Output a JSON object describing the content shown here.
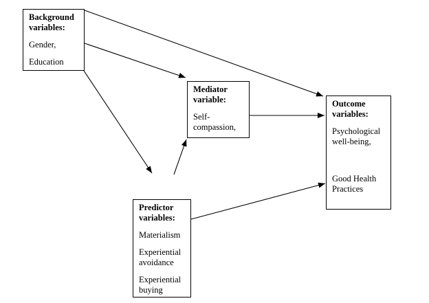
{
  "diagram": {
    "boxes": {
      "background": {
        "title": "Background variables:",
        "items": [
          "Gender,",
          "Education"
        ]
      },
      "mediator": {
        "title": "Mediator variable:",
        "items": [
          "Self-compassion,"
        ]
      },
      "predictor": {
        "title": "Predictor variables:",
        "items": [
          "Materialism",
          "Experiential avoidance",
          "Experiential buying"
        ]
      },
      "outcome": {
        "title": "Outcome variables:",
        "items": [
          "Psychological well-being,",
          "Good Health Practices"
        ]
      }
    },
    "connections": [
      {
        "from": "Background variables",
        "to": "Outcome variables"
      },
      {
        "from": "Background variables",
        "to": "Mediator variable"
      },
      {
        "from": "Background variables",
        "to": "Predictor variables"
      },
      {
        "from": "Predictor variables",
        "to": "Mediator variable"
      },
      {
        "from": "Mediator variable",
        "to": "Outcome variables"
      },
      {
        "from": "Predictor variables",
        "to": "Outcome variables"
      }
    ],
    "colors": {
      "line": "#000000",
      "text": "#000000",
      "box_border": "#000000",
      "canvas_background": "#ffffff"
    }
  }
}
